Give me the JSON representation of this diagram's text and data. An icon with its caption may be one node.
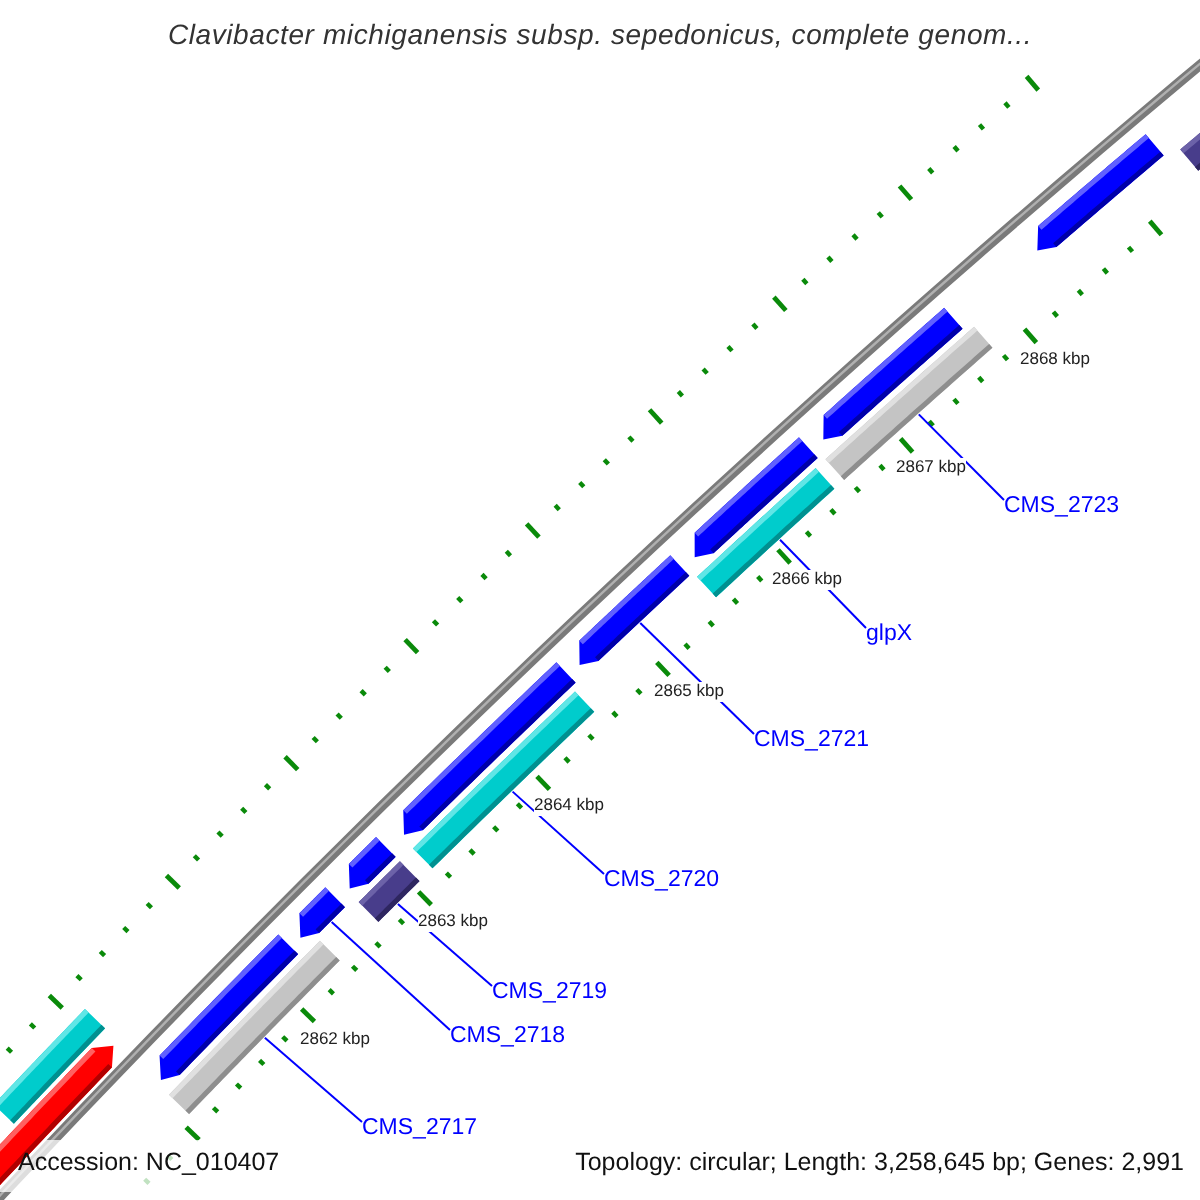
{
  "diagram": {
    "title": "Clavibacter michiganensis subsp. sepedonicus, complete genom...",
    "nodes": [
      {
        "text": [
          "CMS_2723"
        ]
      },
      {
        "text": [
          "glpX"
        ]
      },
      {
        "text": [
          "CMS_2721"
        ]
      },
      {
        "text": [
          "CMS_2720"
        ]
      },
      {
        "text": [
          "CMS_2719"
        ]
      },
      {
        "text": [
          "CMS_2718"
        ]
      },
      {
        "text": [
          "CMS_2717"
        ]
      },
      {
        "text": [],
        "shape": "bar"
      },
      {
        "text": [],
        "shape": "pentagon"
      },
      {
        "text": [],
        "shape": "bar"
      },
      {
        "text": [],
        "shape": "pentagon"
      },
      {
        "text": [],
        "shape": "pentagon"
      },
      {
        "text": [],
        "shape": "bar"
      },
      {
        "text": [],
        "shape": "pentagon"
      },
      {
        "text": [],
        "shape": "bar"
      },
      {
        "text": [],
        "shape": "pentagon"
      },
      {
        "text": [],
        "shape": "pentagon"
      },
      {
        "text": [],
        "shape": "bar"
      },
      {
        "text": [],
        "shape": "pentagon"
      },
      {
        "text": [],
        "shape": "bar"
      },
      {
        "text": [],
        "shape": "pentagon"
      },
      {
        "text": [],
        "shape": "pentagon"
      },
      {
        "text": [],
        "shape": "bar"
      }
    ],
    "edges": [
      {
        "from": 0,
        "to": 19,
        "arrow": "none"
      },
      {
        "from": 1,
        "to": 17,
        "arrow": "none"
      },
      {
        "from": 2,
        "to": 16,
        "arrow": "none"
      },
      {
        "from": 3,
        "to": 14,
        "arrow": "none"
      },
      {
        "from": 4,
        "to": 12,
        "arrow": "none"
      },
      {
        "from": 5,
        "to": 11,
        "arrow": "none"
      },
      {
        "from": 6,
        "to": 9,
        "arrow": "none"
      }
    ],
    "labels": [
      "2868 kbp",
      "2867 kbp",
      "2866 kbp",
      "2865 kbp",
      "2864 kbp",
      "2863 kbp",
      "2862 kbp",
      "Accession: NC_010407",
      "Topology: circular; Length: 3,258,645 bp; Genes: 2,991"
    ]
  }
}
